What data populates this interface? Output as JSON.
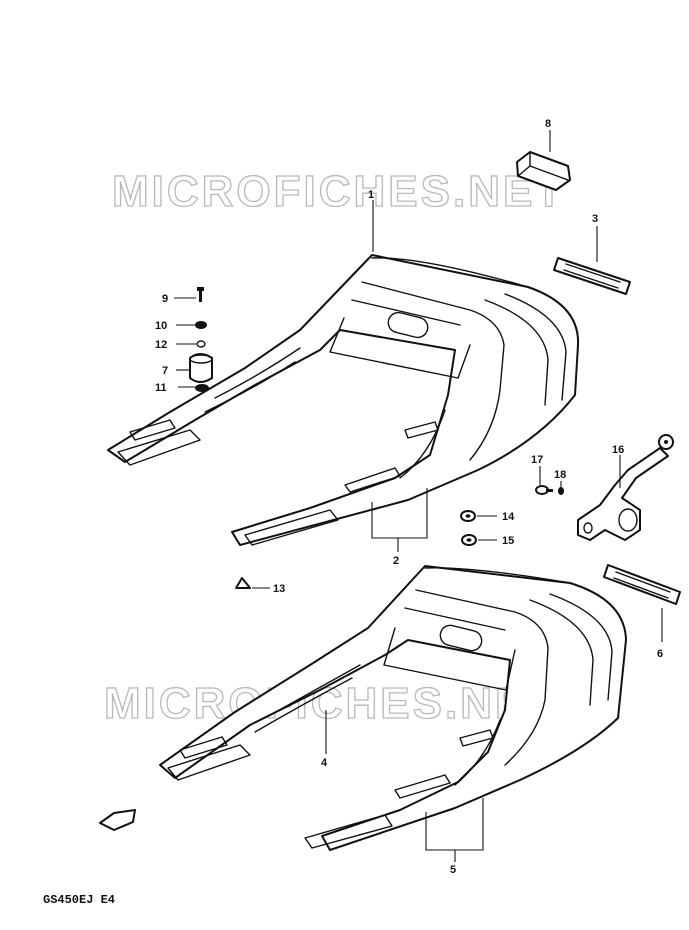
{
  "watermark": "MICROFICHES.NET",
  "model_code": "GS450EJ  E4",
  "callouts": [
    "1",
    "2",
    "3",
    "4",
    "5",
    "6",
    "7",
    "8",
    "9",
    "10",
    "11",
    "12",
    "13",
    "14",
    "15",
    "16",
    "17",
    "18"
  ]
}
